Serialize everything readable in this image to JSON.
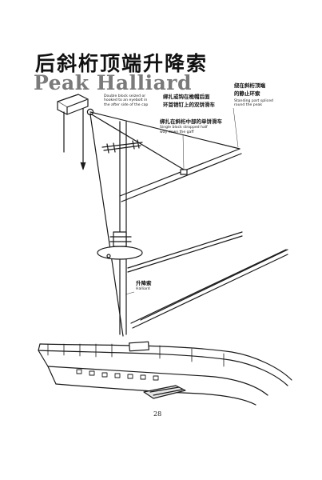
{
  "title": {
    "chinese": "后斜桁顶端升降索",
    "english": "Peak Halliard"
  },
  "labels": {
    "block_at_cap": {
      "chinese_line1": "绑扎或钩在桅帽后面",
      "chinese_line2": "环首销钉上的双饼滑车",
      "english_line1": "Double block seized or",
      "english_line2": "hooked to an eyebolt in",
      "english_line3": "the after side of the cap"
    },
    "standing_part": {
      "chinese_line1": "绕在斜桁顶端",
      "chinese_line2": "的静止环索",
      "english_line1": "Standing part spliced",
      "english_line2": "round the peak"
    },
    "gaff_block": {
      "chinese": "绑扎在斜桁中部的单饼滑车",
      "english_line1": "Single block stropped half",
      "english_line2": "way down the gaff"
    },
    "halliard": {
      "chinese": "升降索",
      "english": "Halliard"
    }
  },
  "page_number": "28",
  "colors": {
    "ink": "#1a1a1a",
    "title_english": "#7a7a7a",
    "paper": "#ffffff"
  }
}
